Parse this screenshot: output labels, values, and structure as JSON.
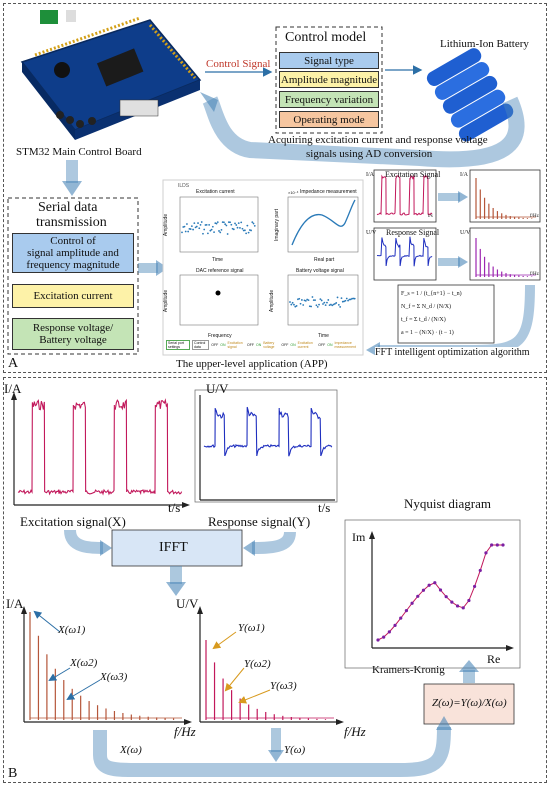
{
  "section_a": {
    "panel_label": "A",
    "board_label": "STM32 Main Control Board",
    "control_signal_label": "Control Signal",
    "control_model": {
      "title": "Control model",
      "items": [
        "Signal type",
        "Amplitude magnitude",
        "Frequency variation",
        "Operating mode"
      ]
    },
    "battery_label": "Lithium-Ion Battery",
    "acquire_text_1": "Acquiring excitation current and response voltage",
    "acquire_text_2": "signals using AD conversion",
    "serial": {
      "title_1": "Serial data",
      "title_2": "transmission",
      "items": [
        [
          "Control of",
          "signal amplitude and",
          "frequency magnitude"
        ],
        [
          "Excitation current"
        ],
        [
          "Response voltage/",
          "Battery voltage"
        ]
      ]
    },
    "app": {
      "label": "The upper-level application (APP)",
      "header": "ILDS",
      "plot_titles": [
        "Excitation current",
        "Impedance measurement",
        "DAC reference signal",
        "Battery voltage signal"
      ],
      "plot_xlabels": [
        "Time",
        "Real part",
        "Frequency",
        "Time"
      ],
      "plot_ylabels": [
        "Amplitude",
        "Imaginary part",
        "Amplitude",
        "Amplitude"
      ],
      "impedance_exp": "×10⁻³",
      "buttons": [
        "Serial port settings",
        "Control data",
        "OFF",
        "ON",
        "Excitation signal",
        "OFF",
        "ON",
        "Battery voltage",
        "OFF",
        "ON",
        "Excitation current",
        "OFF",
        "ON",
        "Impedance measurement"
      ]
    },
    "spectra": {
      "excitation_title": "Excitation Signal",
      "response_title": "Response Signal",
      "ua": "I/A",
      "uv": "U/V",
      "t": "t/s",
      "f": "f/Hz"
    },
    "formula": {
      "line1": "F_s = 1 / (t_{n+1} − t_n)",
      "line2": "N_f = Σ N_d / (N/X)",
      "line3": "t_f = Σ t_d / (N/X)",
      "line4": "a = 1 − (N/X) · (t − 1)"
    },
    "fft_label": "FFT intelligent optimization algorithm"
  },
  "section_b": {
    "panel_label": "B",
    "excitation_y": "I/A",
    "response_y": "U/V",
    "t_label": "t/s",
    "excitation_caption": "Excitation signal(X)",
    "response_caption": "Response signal(Y)",
    "ifft_label": "IFFT",
    "nyquist_title": "Nyquist diagram",
    "im_label": "Im",
    "re_label": "Re",
    "spec_i_y": "I/A",
    "spec_u_y": "U/V",
    "f_label": "f/Hz",
    "x_peaks": [
      "X(ω1)",
      "X(ω2)",
      "X(ω3)"
    ],
    "y_peaks": [
      "Y(ω1)",
      "Y(ω2)",
      "Y(ω3)"
    ],
    "x_omega": "X(ω)",
    "y_omega": "Y(ω)",
    "kk_label": "Kramers-Kronig",
    "z_formula": "Z(ω)=Y(ω)/X(ω)"
  },
  "colors": {
    "arrow": "#b8d4ec",
    "arrow_stroke": "#4a86b8",
    "blue_box": "#a9cbee",
    "yellow_box": "#fdf2a8",
    "green_box": "#c4e4b6",
    "orange_box": "#f6c6a0",
    "ifft_box": "#d8e6f6",
    "z_box": "#f9e3da",
    "excitation_line": "#c2185b",
    "response_line": "#1f2fbf",
    "spec_line": "#b5563a",
    "nyquist_line": "#c2185b",
    "app_blue": "#2a7ab8"
  }
}
